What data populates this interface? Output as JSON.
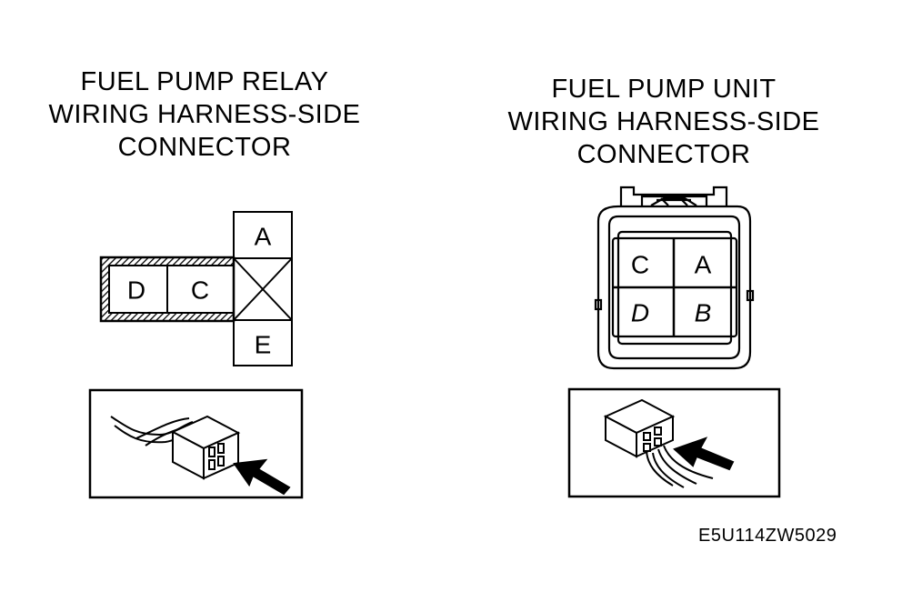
{
  "relay_connector": {
    "title_lines": [
      "FUEL PUMP RELAY",
      "WIRING HARNESS-SIDE",
      "CONNECTOR"
    ],
    "pins": {
      "a": "A",
      "c": "C",
      "d": "D",
      "e": "E"
    }
  },
  "unit_connector": {
    "title_lines": [
      "FUEL PUMP UNIT",
      "WIRING HARNESS-SIDE",
      "CONNECTOR"
    ],
    "pins": {
      "a": "A",
      "b": "B",
      "c": "C",
      "d": "D"
    }
  },
  "diagram_code": "E5U114ZW5029"
}
